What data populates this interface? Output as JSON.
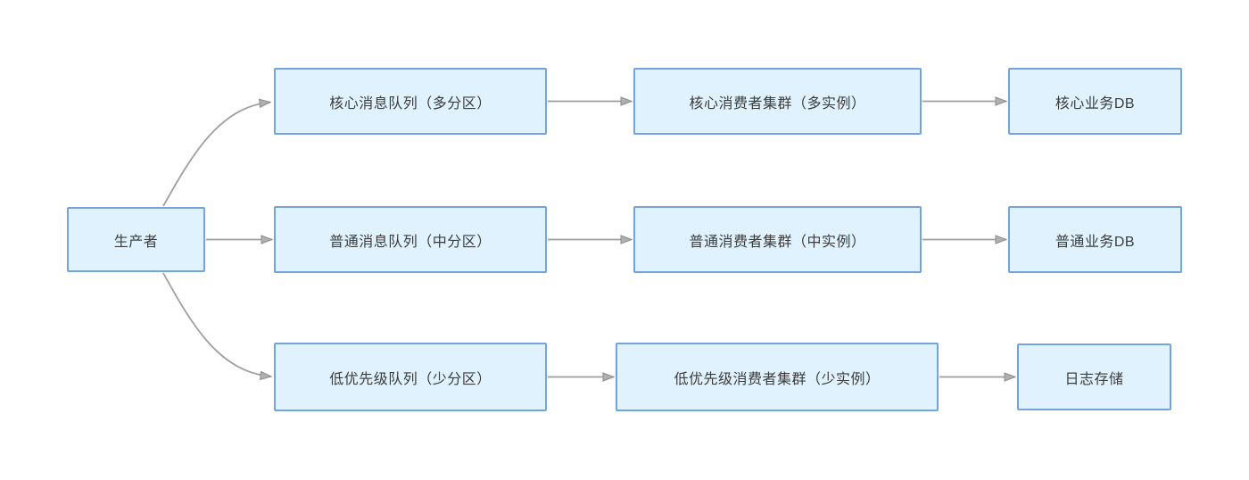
{
  "diagram": {
    "type": "flowchart",
    "description": "Message queue priority architecture: producer fans out to three priority queues, each consumed by a consumer cluster writing to storage",
    "colors": {
      "background": "#ffffff",
      "node_fill": "#e0f2fd",
      "node_border": "#74a3e0",
      "connector": "#9e9e9e",
      "arrowhead_fill": "#a9a9a9",
      "text": "#3c3c3c"
    },
    "nodes": [
      {
        "id": "producer",
        "label": "生产者"
      },
      {
        "id": "core-queue",
        "label": "核心消息队列（多分区）"
      },
      {
        "id": "core-consumers",
        "label": "核心消费者集群（多实例）"
      },
      {
        "id": "core-db",
        "label": "核心业务DB"
      },
      {
        "id": "normal-queue",
        "label": "普通消息队列（中分区）"
      },
      {
        "id": "normal-consumers",
        "label": "普通消费者集群（中实例）"
      },
      {
        "id": "normal-db",
        "label": "普通业务DB"
      },
      {
        "id": "low-queue",
        "label": "低优先级队列（少分区）"
      },
      {
        "id": "low-consumers",
        "label": "低优先级消费者集群（少实例）"
      },
      {
        "id": "log-storage",
        "label": "日志存储"
      }
    ],
    "edges": [
      {
        "from": "producer",
        "to": "core-queue"
      },
      {
        "from": "producer",
        "to": "normal-queue"
      },
      {
        "from": "producer",
        "to": "low-queue"
      },
      {
        "from": "core-queue",
        "to": "core-consumers"
      },
      {
        "from": "core-consumers",
        "to": "core-db"
      },
      {
        "from": "normal-queue",
        "to": "normal-consumers"
      },
      {
        "from": "normal-consumers",
        "to": "normal-db"
      },
      {
        "from": "low-queue",
        "to": "low-consumers"
      },
      {
        "from": "low-consumers",
        "to": "log-storage"
      }
    ]
  }
}
